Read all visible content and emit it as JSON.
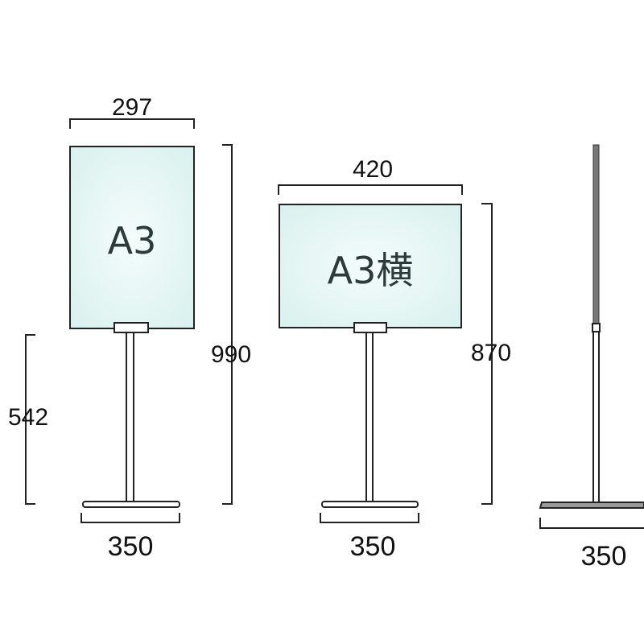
{
  "stands": [
    {
      "panel_label": "A3",
      "width": "297",
      "height_total": "990",
      "height_base": "542",
      "base_width": "350"
    },
    {
      "panel_label": "A3横",
      "width": "420",
      "height_total": "870",
      "base_width": "350"
    },
    {
      "view": "side",
      "base_width": "350"
    }
  ],
  "colors": {
    "panel_fill": "#e4f6f3",
    "line": "#222222",
    "side_pole": "#777777"
  }
}
